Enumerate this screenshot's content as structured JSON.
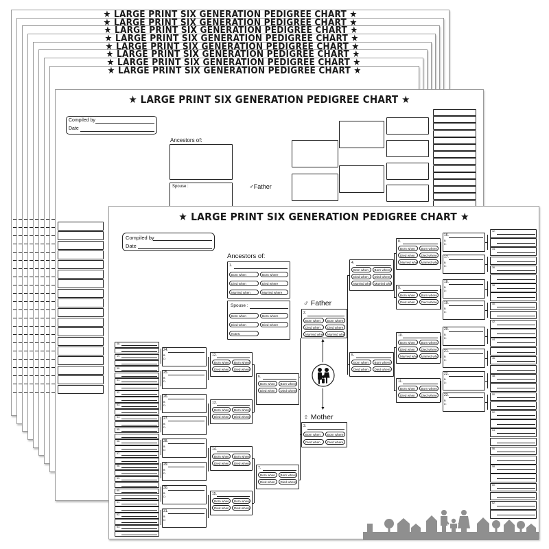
{
  "chart_title": "LARGE PRINT SIX GENERATION PEDIGREE CHART",
  "compiled_by_label": "Compiled by",
  "date_label": "Date",
  "ancestors_label": "Ancestors of:",
  "spouse_label": "Spouse :",
  "father_label": "Father",
  "mother_label": "Mother",
  "fields": {
    "born_when": "Born when",
    "born_where": "Born where",
    "died_when": "Died when",
    "died_where": "Died where",
    "married_when": "Married when",
    "married_where": "Married where",
    "notes": "Notes:",
    "b": "B:",
    "d": "D:"
  },
  "person_numbers": {
    "subject": "1.",
    "father": "2.",
    "mother": "3.",
    "gen3": [
      "4.",
      "5.",
      "6.",
      "7."
    ],
    "gen4": [
      "8.",
      "9.",
      "10.",
      "11.",
      "12.",
      "13.",
      "14.",
      "15."
    ],
    "gen5": [
      "16.",
      "17.",
      "18.",
      "19.",
      "20.",
      "21.",
      "22.",
      "23.",
      "24.",
      "25.",
      "26.",
      "27.",
      "28.",
      "29.",
      "30.",
      "31."
    ],
    "gen6": [
      "32.",
      "33.",
      "34.",
      "35.",
      "36.",
      "37.",
      "38.",
      "39.",
      "40.",
      "41.",
      "42.",
      "43.",
      "44.",
      "45.",
      "46.",
      "47.",
      "48.",
      "49.",
      "50.",
      "51.",
      "52.",
      "53.",
      "54.",
      "55.",
      "56.",
      "57.",
      "58.",
      "59.",
      "60.",
      "61.",
      "62.",
      "63."
    ]
  },
  "icons": [
    "family-icon",
    "male-icon",
    "female-icon",
    "arrow-up-icon",
    "arrow-down-icon",
    "star-icon",
    "skyline-icon",
    "house-icon",
    "tree-icon"
  ],
  "colors": {
    "ink": "#1a1a1a",
    "paper": "#ffffff",
    "skyline": "#8f8f8f",
    "sheet_edge": "#9a9a9a"
  }
}
